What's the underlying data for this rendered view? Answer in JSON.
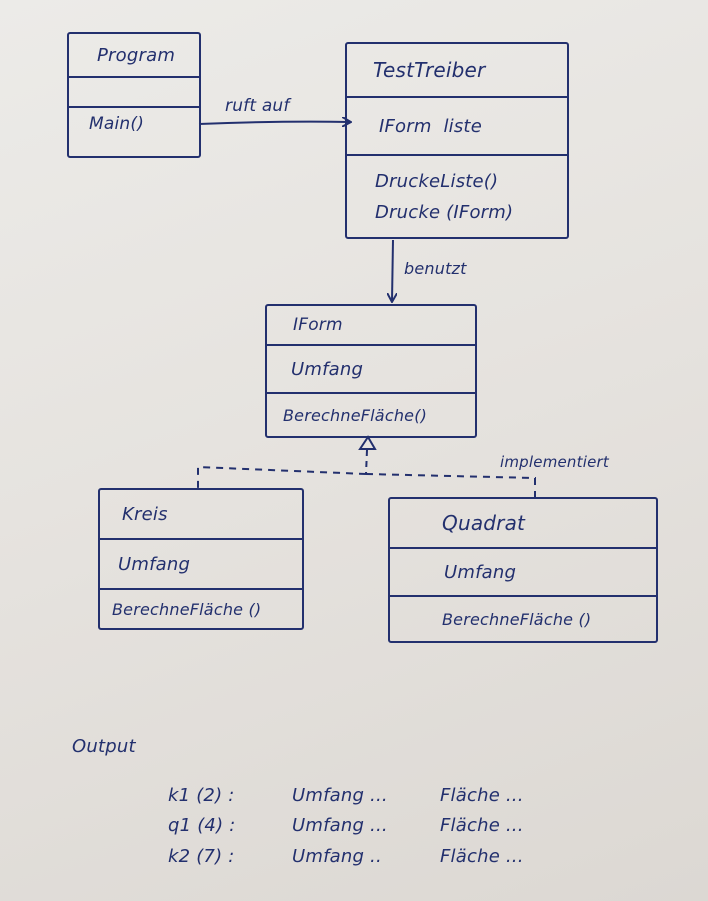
{
  "classes": {
    "program": {
      "name": "Program",
      "attributes": [],
      "methods": [
        "Main()"
      ]
    },
    "testtreiber": {
      "name": "TestTreiber",
      "attributes": [
        "IForm  liste"
      ],
      "methods": [
        "DruckeListe()",
        "Drucke (IForm)"
      ]
    },
    "iform": {
      "name": "IForm",
      "attributes": [
        "Umfang"
      ],
      "methods": [
        "BerechneFläche()"
      ]
    },
    "kreis": {
      "name": "Kreis",
      "attributes": [
        "Umfang"
      ],
      "methods": [
        "BerechneFläche ()"
      ]
    },
    "quadrat": {
      "name": "Quadrat",
      "attributes": [
        "Umfang"
      ],
      "methods": [
        "BerechneFläche ()"
      ]
    }
  },
  "relations": {
    "calls": "ruft auf",
    "uses": "benutzt",
    "implements": "implementiert"
  },
  "output": {
    "heading": "Output",
    "rows": [
      {
        "id": "k1 (2) :",
        "umfang": "Umfang ...",
        "flaeche": "Fläche ..."
      },
      {
        "id": "q1 (4) :",
        "umfang": "Umfang ...",
        "flaeche": "Fläche ..."
      },
      {
        "id": "k2 (7) :",
        "umfang": "Umfang ..",
        "flaeche": "Fläche ..."
      }
    ]
  },
  "colors": {
    "ink": "#23306e",
    "paper": "#e8e5e1"
  }
}
